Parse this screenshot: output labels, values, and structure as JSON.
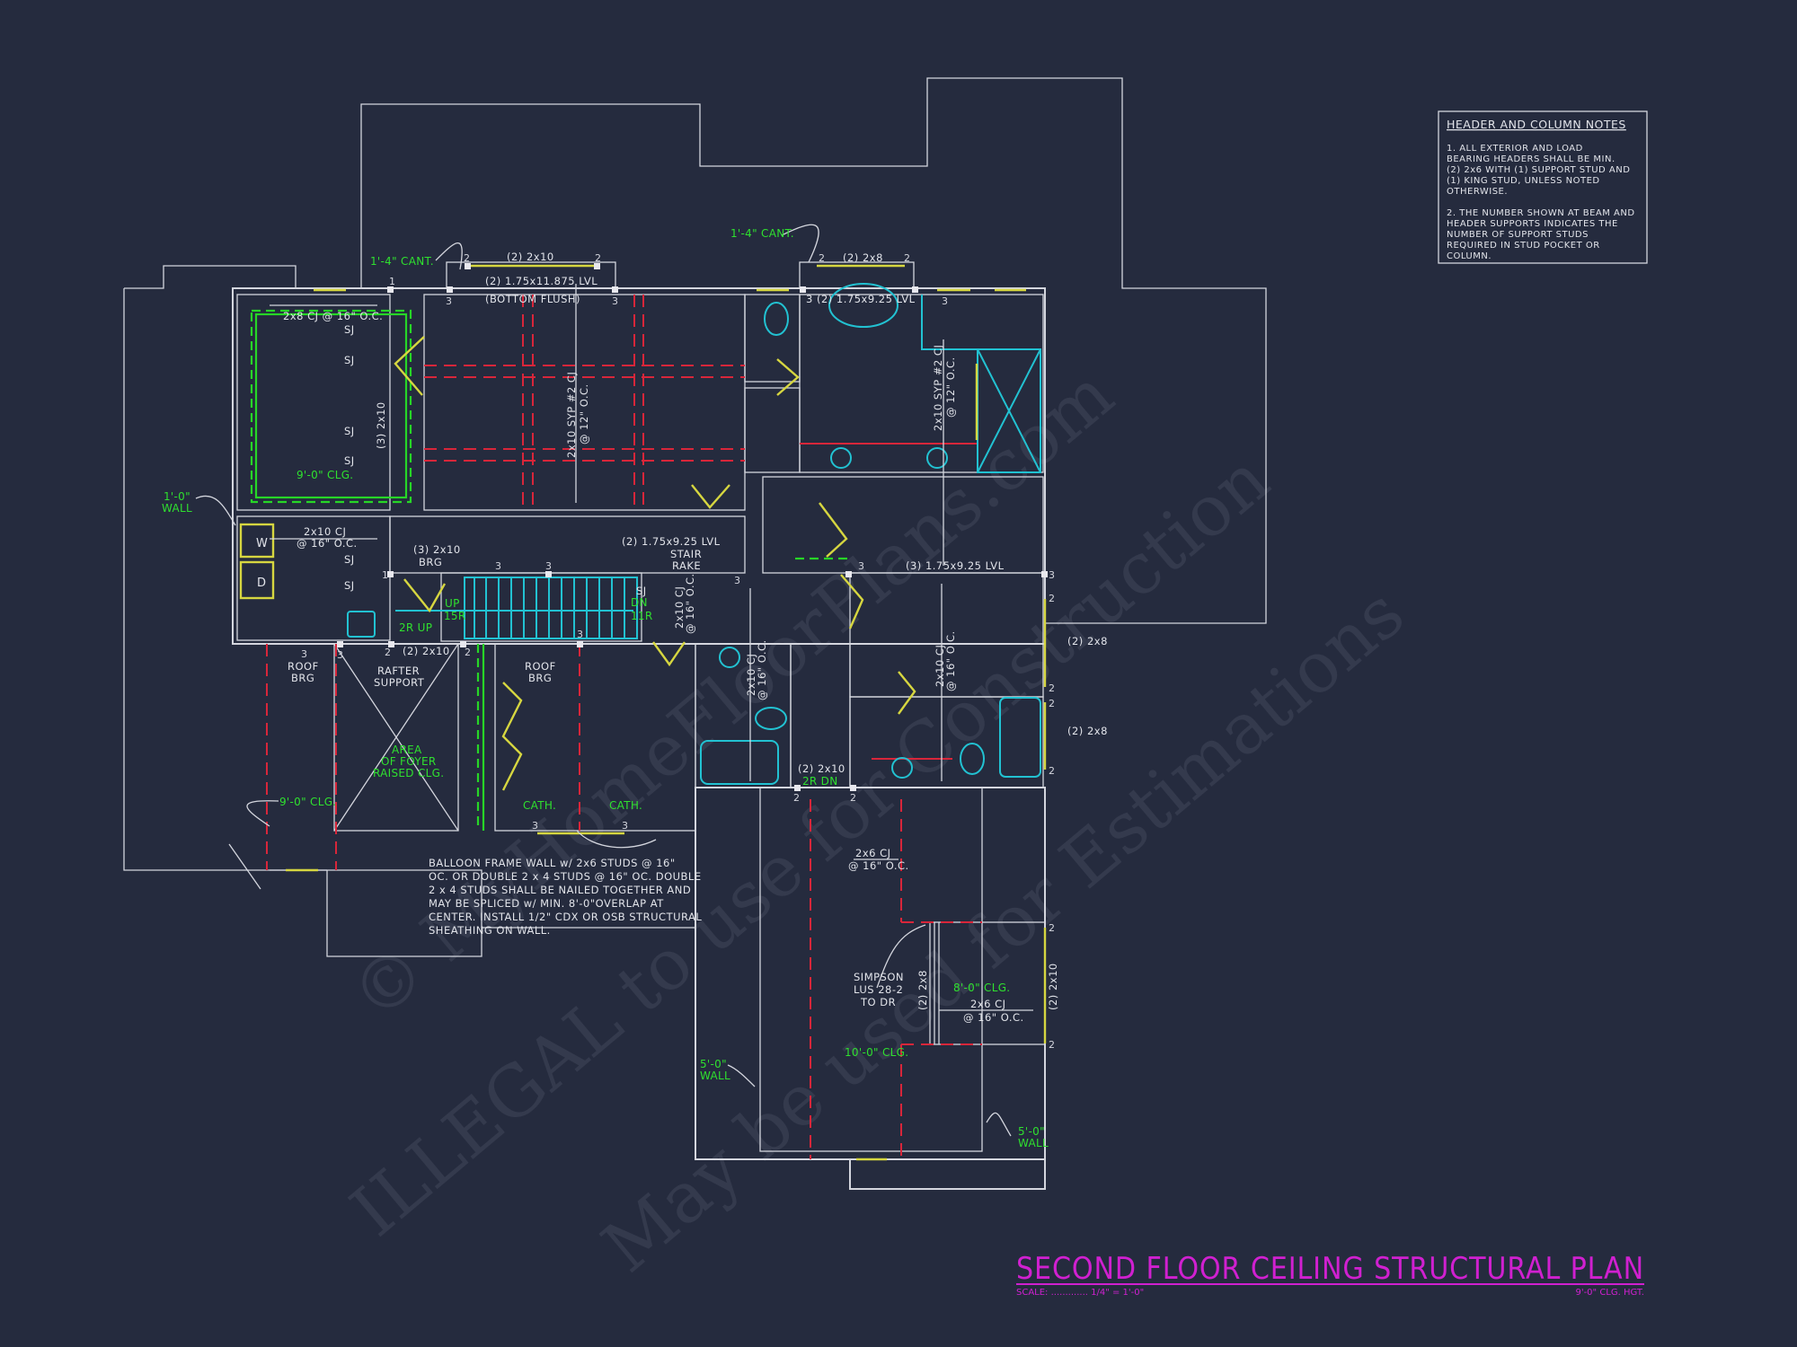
{
  "title": {
    "main": "SECOND FLOOR CEILING STRUCTURAL PLAN",
    "scale": "SCALE: ............. 1/4\" = 1'-0\"",
    "ceiling_height": "9'-0\" CLG. HGT."
  },
  "notes": {
    "heading": "HEADER AND COLUMN NOTES",
    "lines": [
      "1. ALL EXTERIOR AND LOAD",
      "BEARING HEADERS SHALL BE MIN.",
      "(2) 2x6 WITH (1) SUPPORT STUD AND",
      "(1) KING STUD, UNLESS NOTED",
      "OTHERWISE.",
      "2. THE NUMBER SHOWN AT BEAM AND",
      "HEADER SUPPORTS INDICATES THE",
      "NUMBER OF SUPPORT STUDS",
      "REQUIRED IN STUD POCKET OR",
      "COLUMN."
    ]
  },
  "balloon_note": [
    "BALLOON FRAME WALL w/ 2x6 STUDS @ 16\"",
    "OC. OR DOUBLE 2 x 4 STUDS @ 16\" OC. DOUBLE",
    "2 x 4 STUDS SHALL BE NAILED TOGETHER AND",
    "MAY BE SPLICED w/ MIN. 8'-0\"OVERLAP AT",
    "CENTER. INSTALL 1/2\" CDX OR OSB STRUCTURAL",
    "SHEATHING ON WALL."
  ],
  "labels": {
    "cant1": "1'-4\" CANT.",
    "cant2": "1'-4\" CANT.",
    "hdr_2x10_top": "(2) 2x10",
    "lvl_11875": "(2) 1.75x11.875 LVL",
    "bottom_flush": "(BOTTOM FLUSH)",
    "hdr_2x8_top": "(2) 2x8",
    "lvl_925_top": "3 (2) 1.75x9.25 LVL",
    "cj_2x8": "2x8 CJ @ 16\" O.C.",
    "sj": "SJ",
    "bearing_3_2x10": "(3) 2x10",
    "clg_9_left": "9'-0\" CLG.",
    "syp_cj": "2x10 SYP #2 CJ",
    "syp_oc": "@ 12\" O.C.",
    "wall_1": "1'-0\"",
    "wall_word": "WALL",
    "washer": "W",
    "dryer": "D",
    "cj_2x10": "2x10 CJ",
    "oc_16": "@ 16\" O.C.",
    "brg_3_2x10": "(3) 2x10",
    "brg": "BRG",
    "lvl_925_stair": "(2) 1.75x9.25 LVL",
    "stair": "STAIR",
    "rake": "RAKE",
    "up": "UP",
    "r15": "15R",
    "r2_up": "2R UP",
    "dn": "DN",
    "r11": "11R",
    "lvl_925_3": "(3) 1.75x9.25 LVL",
    "hdr_2x10_mid": "(2) 2x10",
    "roof": "ROOF",
    "rafter": "RAFTER",
    "support": "SUPPORT",
    "hdr_2x8": "(2) 2x8",
    "area": "AREA",
    "of_foyer": "OF FOYER",
    "raised_clg": "RAISED CLG.",
    "clg_9_foyer": "9'-0\" CLG.",
    "cath": "CATH.",
    "hdr_2x10_low": "(2) 2x10",
    "r2_dn": "2R DN",
    "cj_2x6": "2x6 CJ",
    "simpson": "SIMPSON",
    "lus": "LUS 28-2",
    "to_dr": "TO DR",
    "clg_8": "8'-0\" CLG.",
    "clg_10": "10'-0\" CLG.",
    "wall_5": "5'-0\"",
    "hdr_2x10_v": "(2) 2x10",
    "hdr_2x8_v": "(2) 2x8"
  },
  "marks": [
    "1",
    "2",
    "3"
  ],
  "watermark": {
    "line1": "© MyHomeFloorPlans.com",
    "line2": "ILLEGAL to use for Construction",
    "line3": "May be used for Estimations"
  },
  "colors": {
    "background": "#252b3e",
    "walls": "#d4d6de",
    "ceiling_joists_dashed": "#d8263a",
    "ceiling_height_text": "#2fe02f",
    "headers_doors": "#d6d640",
    "fixtures": "#22c2d2",
    "title": "#d020d0"
  }
}
